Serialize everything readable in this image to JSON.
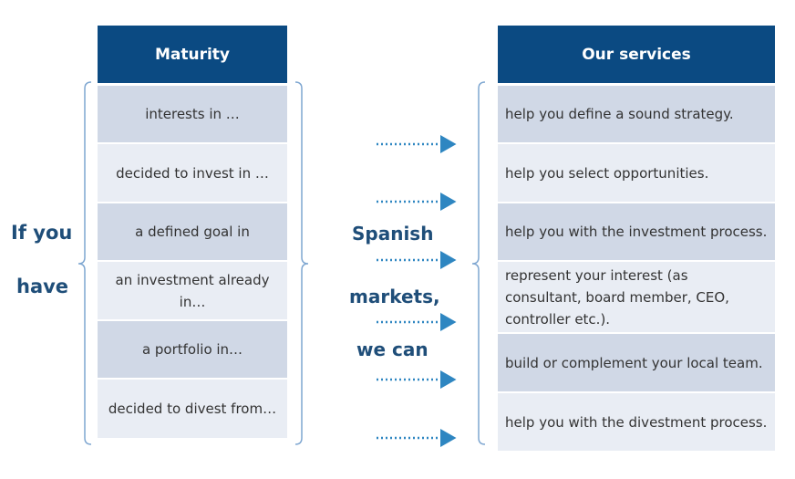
{
  "left_label": {
    "line1": "If you",
    "line2": "have"
  },
  "middle_label": {
    "line1": "Spanish",
    "line2": "markets,",
    "line3": "we can"
  },
  "maturity": {
    "header": "Maturity",
    "items": [
      "interests in …",
      "decided to invest in …",
      "a defined goal in",
      "an investment already in…",
      "a portfolio in…",
      "decided to divest from…"
    ]
  },
  "services": {
    "header": "Our services",
    "items": [
      "help you define a sound strategy.",
      "help you select opportunities.",
      "help you with the investment process.",
      "represent your interest (as consultant, board member, CEO, controller etc.).",
      "build or complement your local team.",
      "help you with the divestment process."
    ]
  },
  "colors": {
    "header_bg": "#0B4A82",
    "label_text": "#1F4E79",
    "row_dark": "#D0D8E6",
    "row_light": "#E9EDF4",
    "arrow": "#2E86C1",
    "bracket": "#7FA7D1"
  }
}
